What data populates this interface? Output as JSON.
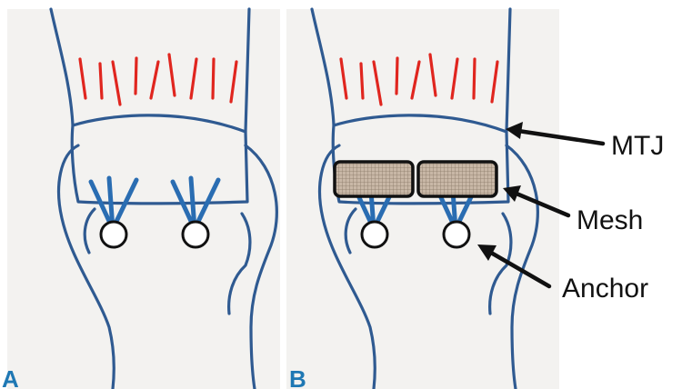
{
  "panels": [
    {
      "letter": "A"
    },
    {
      "letter": "B"
    }
  ],
  "labels": {
    "mtj": "MTJ",
    "mesh": "Mesh",
    "anchor": "Anchor"
  },
  "colors": {
    "panel_background": "#f3f2f0",
    "outline": "#2f5a91",
    "muscle_fibers": "#e0261f",
    "sutures": "#2a6db2",
    "mesh_fill": "#c8b7a6",
    "panel_letter": "#1f78b4"
  }
}
